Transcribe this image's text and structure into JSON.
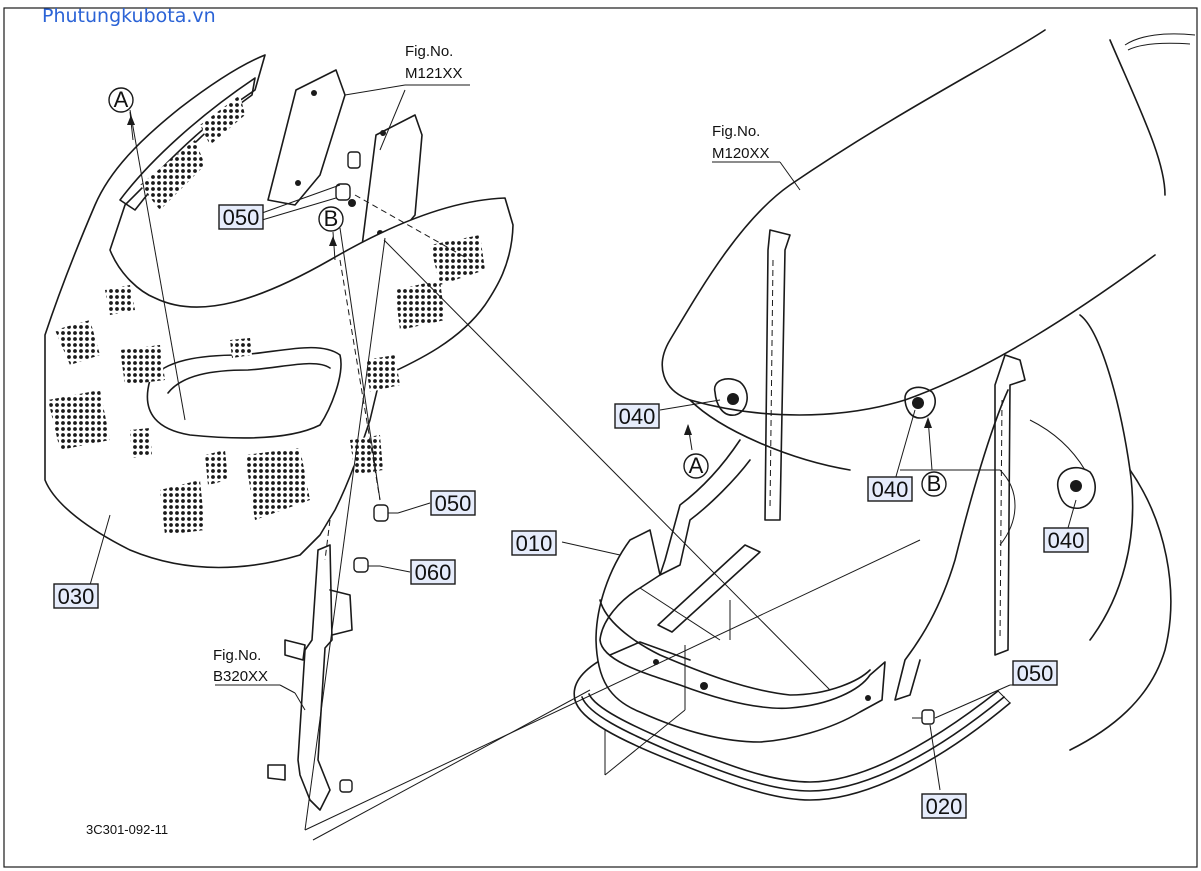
{
  "watermark": "Phutungkubota.vn",
  "figure_refs": [
    {
      "line1": "Fig.No.",
      "line2": "M121XX"
    },
    {
      "line1": "Fig.No.",
      "line2": "M120XX"
    },
    {
      "line1": "Fig.No.",
      "line2": "B320XX"
    }
  ],
  "part_labels": [
    "050",
    "030",
    "050",
    "060",
    "040",
    "040",
    "040",
    "010",
    "050",
    "020"
  ],
  "view_markers": [
    "A",
    "B",
    "A",
    "B"
  ],
  "drawing_code": "3C301-092-11"
}
